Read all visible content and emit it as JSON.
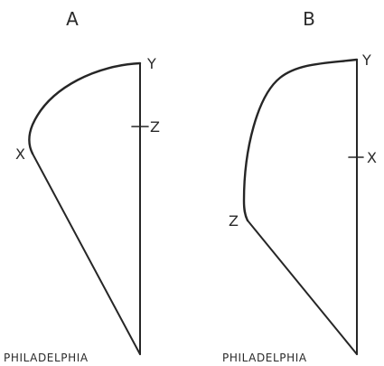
{
  "figures": [
    {
      "heading": "A",
      "labels": {
        "top": "Y",
        "middle": "Z",
        "left": "X"
      },
      "caption": "PHILADELPHIA"
    },
    {
      "heading": "B",
      "labels": {
        "top": "Y",
        "middle": "X",
        "left": "Z"
      },
      "caption": "PHILADELPHIA"
    }
  ]
}
